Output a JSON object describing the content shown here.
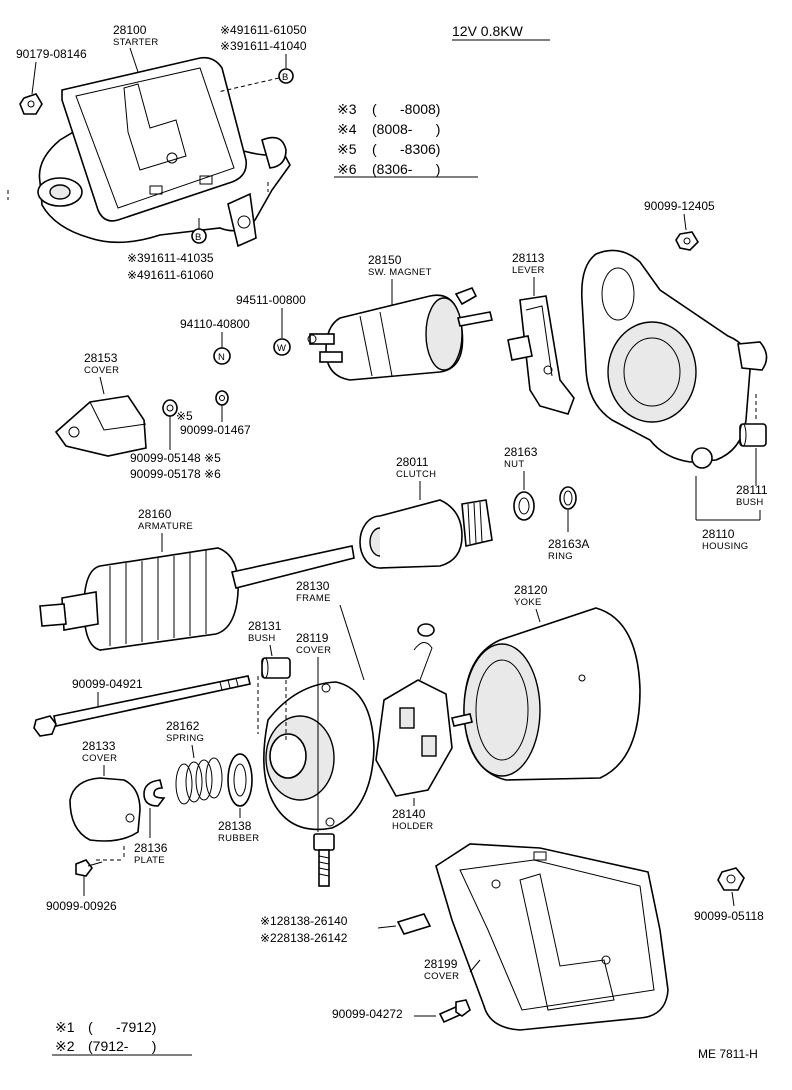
{
  "header": {
    "spec": "12V 0.8KW"
  },
  "footer": {
    "diagram_code": "ME 7811-H"
  },
  "legend_top": [
    {
      "mark": "※3",
      "range": "(      -8008)"
    },
    {
      "mark": "※4",
      "range": "(8008-      )"
    },
    {
      "mark": "※5",
      "range": "(      -8306)"
    },
    {
      "mark": "※6",
      "range": "(8306-      )"
    }
  ],
  "legend_bottom": [
    {
      "mark": "※1",
      "range": "(      -7912)"
    },
    {
      "mark": "※2",
      "range": "(7912-      )"
    }
  ],
  "callouts": {
    "b": "B",
    "n": "N",
    "w": "W"
  },
  "parts": {
    "starter": {
      "number": "28100",
      "name": "STARTER"
    },
    "p90179": {
      "number": "90179-08146"
    },
    "p491611_61050": {
      "number": "※491611-61050"
    },
    "p391611_41040": {
      "number": "※391611-41040"
    },
    "p391611_41035": {
      "number": "※391611-41035"
    },
    "p491611_61060": {
      "number": "※491611-61060"
    },
    "p90099_12405": {
      "number": "90099-12405"
    },
    "magnet": {
      "number": "28150",
      "name": "SW. MAGNET"
    },
    "lever": {
      "number": "28113",
      "name": "LEVER"
    },
    "p94511": {
      "number": "94511-00800"
    },
    "p94110": {
      "number": "94110-40800"
    },
    "cover153": {
      "number": "28153",
      "name": "COVER"
    },
    "m5": {
      "number": "※5"
    },
    "p90099_01467": {
      "number": "90099-01467"
    },
    "p90099_05148": {
      "number": "90099-05148 ※5"
    },
    "p90099_05178": {
      "number": "90099-05178 ※6"
    },
    "clutch": {
      "number": "28011",
      "name": "CLUTCH"
    },
    "nut": {
      "number": "28163",
      "name": "NUT"
    },
    "ring": {
      "number": "28163A",
      "name": "RING"
    },
    "bush111": {
      "number": "28111",
      "name": "BUSH"
    },
    "housing": {
      "number": "28110",
      "name": "HOUSING"
    },
    "armature": {
      "number": "28160",
      "name": "ARMATURE"
    },
    "frame": {
      "number": "28130",
      "name": "FRAME"
    },
    "yoke": {
      "number": "28120",
      "name": "YOKE"
    },
    "bush131": {
      "number": "28131",
      "name": "BUSH"
    },
    "cover119": {
      "number": "28119",
      "name": "COVER"
    },
    "p90099_04921": {
      "number": "90099-04921"
    },
    "spring": {
      "number": "28162",
      "name": "SPRING"
    },
    "cover133": {
      "number": "28133",
      "name": "COVER"
    },
    "rubber": {
      "number": "28138",
      "name": "RUBBER"
    },
    "holder": {
      "number": "28140",
      "name": "HOLDER"
    },
    "plate": {
      "number": "28136",
      "name": "PLATE"
    },
    "p90099_00926": {
      "number": "90099-00926"
    },
    "p28138_26140": {
      "number": "※128138-26140"
    },
    "p28138_26142": {
      "number": "※228138-26142"
    },
    "cover199": {
      "number": "28199",
      "name": "COVER"
    },
    "p90099_05118": {
      "number": "90099-05118"
    },
    "p90099_04272": {
      "number": "90099-04272"
    }
  }
}
